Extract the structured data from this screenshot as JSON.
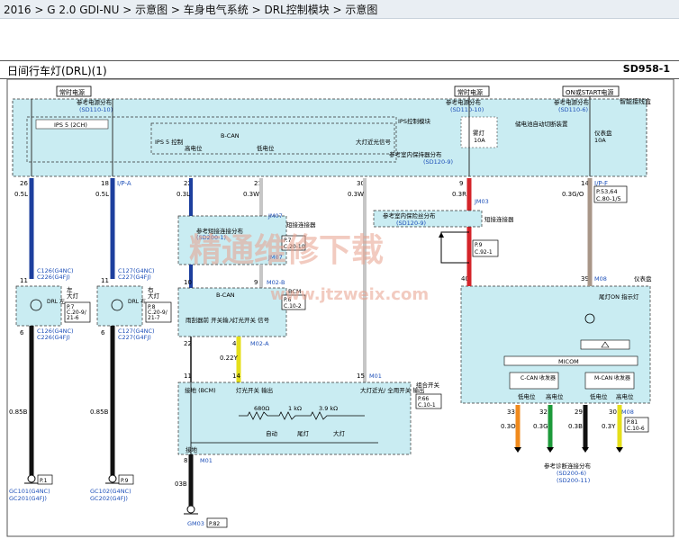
{
  "breadcrumb": "2016 > G 2.0 GDI-NU > 示意图 > 车身电气系统 > DRL控制模块 > 示意图",
  "diagram": {
    "title": "日间行车灯(DRL)(1)",
    "code": "SD958-1",
    "power_labels": {
      "left": "常时电源",
      "mid": "常时电源",
      "right": "ON或START电源"
    },
    "junction_box": {
      "name": "智能接线盒",
      "ref_power_dist": "参考电源分布",
      "ref_power_code_left": "(SD110-10)",
      "ref_power_code_mid": "(SD110-10)",
      "ref_power_code_right": "(SD110-6)",
      "ips_label": "IPS 5 (2CH)",
      "ips_control": "IPS控制模块",
      "ips5_control": "IPS 5 控制",
      "bcan": "B-CAN",
      "high": "高电位",
      "low": "低电位",
      "headlamp_low_signal": "大灯近光信号",
      "fuse_label": "雾灯",
      "fuse_val": "10A",
      "tail_auto_cut": "储电池自动切断装置",
      "cluster_fuse": "仪表盘",
      "cluster_val": "10A",
      "ref_indoor_ground": "参考室内保持器分布",
      "ref_indoor_code": "(SD120-9)"
    },
    "wires": {
      "w1": {
        "pin": "26",
        "gauge": "0.5L",
        "conn": ""
      },
      "w2": {
        "pin": "18",
        "gauge": "0.5L",
        "conn": "I/P-A"
      },
      "w3": {
        "pin": "22",
        "gauge": "0.3L",
        "conn": ""
      },
      "w4": {
        "pin": "21",
        "gauge": "0.3W",
        "conn": ""
      },
      "w5": {
        "pin": "30",
        "gauge": "0.3W",
        "conn": ""
      },
      "w6": {
        "pin": "9",
        "gauge": "0.3R",
        "conn": ""
      },
      "w7": {
        "pin": "14",
        "gauge": "0.3G/O",
        "conn": "I/P-F"
      }
    },
    "connectors": {
      "jm07": "JM07",
      "jm03": "JM03",
      "m02b": "M02-B",
      "m02a": "M02-A",
      "m01": "M01",
      "m08": "M08",
      "jm07_name": "短接连接器",
      "jm03_name": "短接连接器",
      "ref_short_dist": "参考短接连接分布",
      "ref_short_code": "(SD200-1)",
      "ref_indoor2": "参考室内保险丝分布",
      "ref_indoor2_code": "(SD120-9)",
      "p_i": "P.7",
      "p_i_c": "C.20-10",
      "p_m": "P.6",
      "p_m_c": "C.10-2",
      "p_jm03": "P.9",
      "p_jm03_c": "C.92-1",
      "p_if": "P.53,64",
      "p_if_c": "C.80-1/5"
    },
    "drl_left": {
      "conn_top": "C126(G4NC)",
      "conn_top2": "C226(G4FJ)",
      "name": "DRL 左",
      "side": "左",
      "lamp": "大灯",
      "p": "P.7",
      "c": "C.20-9/",
      "c2": "21-6",
      "conn_bot": "C126(G4NC)",
      "conn_bot2": "C226(G4FJ)",
      "pin_top": "11",
      "pin_bot": "6",
      "gauge_bot": "0.85B"
    },
    "drl_right": {
      "conn_top": "C127(G4NC)",
      "conn_top2": "C227(G4FJ)",
      "name": "DRL 右",
      "side": "右",
      "lamp": "大灯",
      "p": "P.8",
      "c": "C.20-9/",
      "c2": "21-7",
      "conn_bot": "C127(G4NC)",
      "conn_bot2": "C227(G4FJ)",
      "pin_top": "11",
      "pin_bot": "6",
      "gauge_bot": "0.85B"
    },
    "bcm": {
      "name": "BCM",
      "pin_top": "10",
      "pin_top2": "9",
      "bcan": "B-CAN",
      "front_wiper": "雨刮器前 开关输入",
      "light_switch": "灯光开关 信号",
      "pin_mid": "22",
      "pin_mid2": "4",
      "gauge_mid": "0.22Y",
      "pin_m02a": "11",
      "pin_14": "14",
      "pin_15": "15"
    },
    "multi_switch": {
      "name": "组合开关",
      "ground": "接地 (BCM)",
      "light_out": "灯光开关 输出",
      "headlamp_out": "大灯近光/ 全用开关 输出",
      "r1": "680Ω",
      "r2": "1 kΩ",
      "r3": "3.9 kΩ",
      "auto": "自动",
      "tail": "尾灯",
      "head": "大灯",
      "p": "P.66",
      "c": "C.10-1",
      "ground_bot": "接地",
      "pin_bot": "8",
      "gauge_bot": "03B"
    },
    "cluster": {
      "name": "仪表盘",
      "pin": "39",
      "tail_on": "尾灯ON 指示灯",
      "micom": "MICOM",
      "ccan": "C-CAN 收发器",
      "mcan": "M-CAN 收发器",
      "low": "低电位",
      "high": "高电位",
      "pins": [
        "33",
        "32",
        "29",
        "30"
      ],
      "gauges": [
        "0.3O",
        "0.3G",
        "0.3B",
        "0.3Y"
      ],
      "ref_diag": "参考诊断连接分布",
      "ref_diag_code1": "(SD200-6)",
      "ref_diag_code2": "(SD200-11)",
      "p": "P.81",
      "c": "C.10-6"
    },
    "grounds": {
      "g1_code": "P.1",
      "g1a": "GC101(G4NC)",
      "g1b": "GC201(G4FJ)",
      "g2_code": "P.9",
      "g2a": "GC102(G4NC)",
      "g2b": "GC202(G4FJ)",
      "g3": "GM03",
      "g3_code": "P.82"
    },
    "watermark": "精通维修下载",
    "watermark_url": "www.jtzweix.com"
  }
}
